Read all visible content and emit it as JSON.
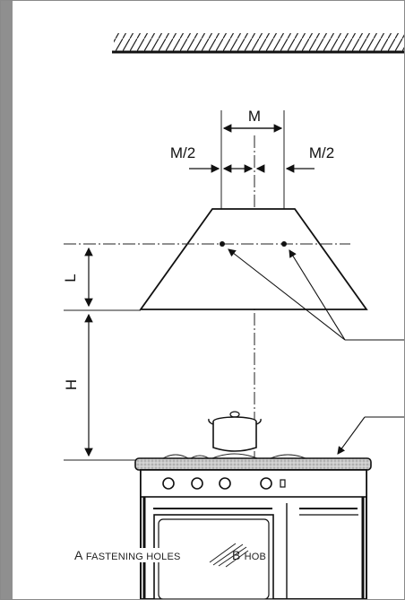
{
  "dimensions": {
    "m": "M",
    "m_half_left": "M/2",
    "m_half_right": "M/2",
    "l": "L",
    "h": "H"
  },
  "legend": {
    "a_letter": "A",
    "a_text": "FASTENING HOLES",
    "b_letter": "B",
    "b_text": "HOB"
  }
}
